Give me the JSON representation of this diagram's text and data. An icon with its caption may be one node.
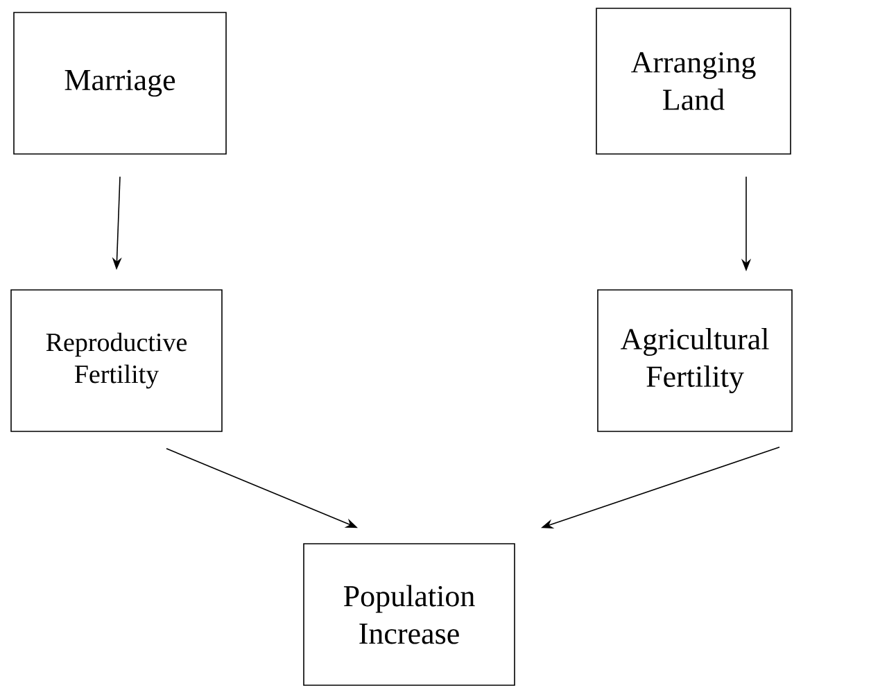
{
  "diagram": {
    "nodes": [
      {
        "text": [
          "Marriage"
        ]
      },
      {
        "text": [
          "Arranging Land"
        ]
      },
      {
        "text": [
          "Reproductive Fertility"
        ]
      },
      {
        "text": [
          "Agricultural Fertility"
        ]
      },
      {
        "text": [
          "Population Increase"
        ]
      }
    ],
    "edges": [
      {
        "from": 0,
        "to": 2,
        "arrow": "to"
      },
      {
        "from": 1,
        "to": 3,
        "arrow": "to"
      },
      {
        "from": 2,
        "to": 4,
        "arrow": "to"
      },
      {
        "from": 3,
        "to": 4,
        "arrow": "to"
      }
    ]
  }
}
